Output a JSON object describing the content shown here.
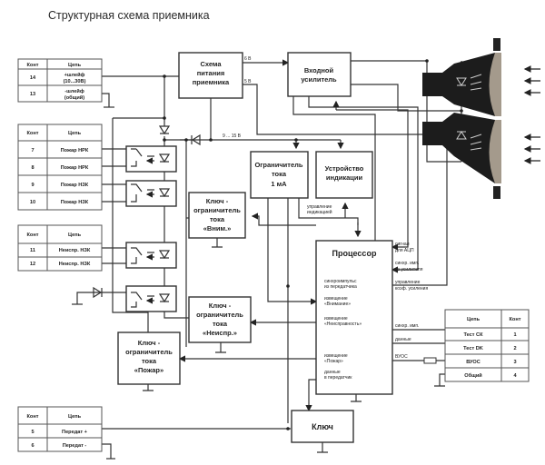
{
  "title": "Структурная схема приемника",
  "tables": {
    "power": {
      "headers": [
        "Конт",
        "Цепь"
      ],
      "rows": [
        {
          "kont": "14",
          "circuit_l1": "+шлейф",
          "circuit_l2": "(10...30В)"
        },
        {
          "kont": "13",
          "circuit_l1": "-шлейф",
          "circuit_l2": "(общий)"
        }
      ]
    },
    "fire": {
      "headers": [
        "Конт",
        "Цепь"
      ],
      "rows": [
        {
          "kont": "7",
          "circuit": "Пожар НРК"
        },
        {
          "kont": "8",
          "circuit": "Пожар НРК"
        },
        {
          "kont": "9",
          "circuit": "Пожар НЗК"
        },
        {
          "kont": "10",
          "circuit": "Пожар НЗК"
        }
      ]
    },
    "fault": {
      "headers": [
        "Конт",
        "Цепь"
      ],
      "rows": [
        {
          "kont": "11",
          "circuit": "Неиспр. НЗК"
        },
        {
          "kont": "12",
          "circuit": "Неиспр. НЗК"
        }
      ]
    },
    "transmit": {
      "headers": [
        "Конт",
        "Цепь"
      ],
      "rows": [
        {
          "kont": "5",
          "circuit": "Передат +"
        },
        {
          "kont": "6",
          "circuit": "Передат -"
        }
      ]
    },
    "test": {
      "headers": [
        "Цепь",
        "Конт"
      ],
      "rows": [
        {
          "circuit": "Тест СК",
          "kont": "1"
        },
        {
          "circuit": "Тест DK",
          "kont": "2"
        },
        {
          "circuit": "ВУОС",
          "kont": "3"
        },
        {
          "circuit": "Общий",
          "kont": "4"
        }
      ]
    }
  },
  "blocks": {
    "power_supply": [
      "Схема",
      "питания",
      "приемника"
    ],
    "input_amp": [
      "Входной",
      "усилитель"
    ],
    "current_limiter": [
      "Ограничитель",
      "тока",
      "1 мА"
    ],
    "indicator": [
      "Устройство",
      "индикации"
    ],
    "key_attention": [
      "Ключ -",
      "ограничитель",
      "тока",
      "«Вним.»"
    ],
    "key_fault": [
      "Ключ -",
      "ограничитель",
      "тока",
      "«Неиспр.»"
    ],
    "key_fire": [
      "Ключ -",
      "ограничитель",
      "тока",
      "«Пожар»"
    ],
    "processor": "Процессор",
    "key": "Ключ"
  },
  "labels": {
    "v6": "6 В",
    "v5": "5 В",
    "v9_15": "9 ... 15 В",
    "indication_control": [
      "управление",
      "индикацией"
    ],
    "adc_signal": [
      "сигнал",
      "для АЦП"
    ],
    "sync_from_amp": [
      "синхр. имп.",
      "из усилителя"
    ],
    "gain_control": [
      "управление",
      "коэф. усиления"
    ],
    "sync_pulse_from_tx": [
      "синхроимпульс",
      "из передатчика"
    ],
    "notice_attention": [
      "извещение",
      "«Внимание»"
    ],
    "notice_fault": [
      "извещение",
      "«Неисправность»"
    ],
    "notice_fire": [
      "извещение",
      "«Пожар»"
    ],
    "data_to_tx": [
      "данные",
      "в передатчик"
    ],
    "sync_imp": "синхр. имп.",
    "data": "данные",
    "vuos": "ВУОС"
  }
}
